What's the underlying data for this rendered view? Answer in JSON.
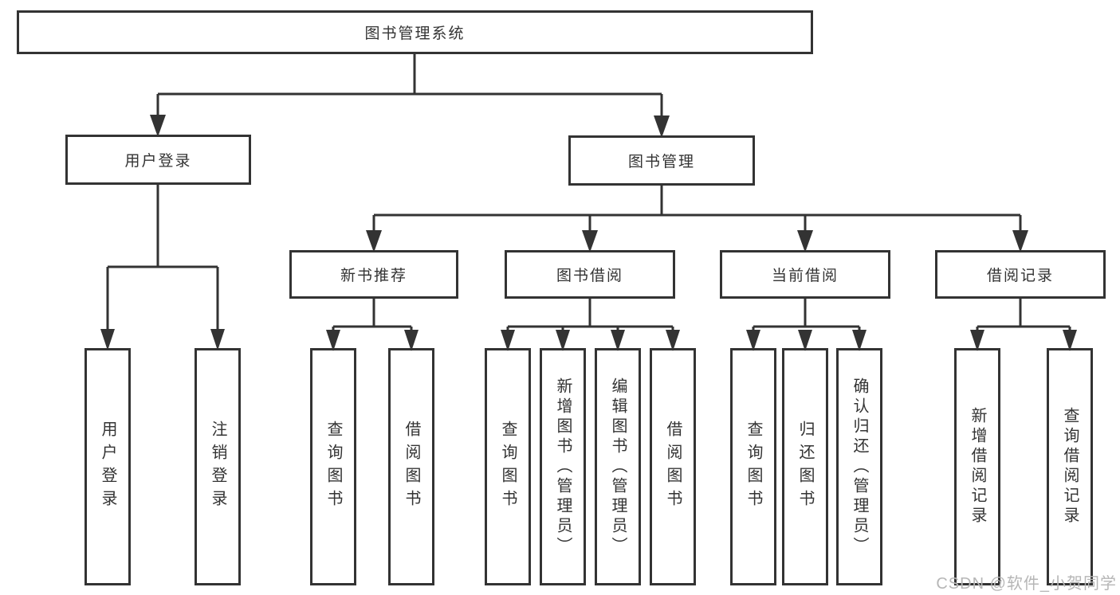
{
  "tree": {
    "root": {
      "label": "图书管理系统",
      "children": [
        {
          "label": "用户登录",
          "children": [
            {
              "label": "用户登录"
            },
            {
              "label": "注销登录"
            }
          ]
        },
        {
          "label": "图书管理",
          "children": [
            {
              "label": "新书推荐",
              "children": [
                {
                  "label": "查询图书"
                },
                {
                  "label": "借阅图书"
                }
              ]
            },
            {
              "label": "图书借阅",
              "children": [
                {
                  "label": "查询图书"
                },
                {
                  "label": "新增图书（管理员）"
                },
                {
                  "label": "编辑图书（管理员）"
                },
                {
                  "label": "借阅图书"
                }
              ]
            },
            {
              "label": "当前借阅",
              "children": [
                {
                  "label": "查询图书"
                },
                {
                  "label": "归还图书"
                },
                {
                  "label": "确认归还（管理员）"
                }
              ]
            },
            {
              "label": "借阅记录",
              "children": [
                {
                  "label": "新增借阅记录"
                },
                {
                  "label": "查询借阅记录"
                }
              ]
            }
          ]
        }
      ]
    }
  },
  "watermark": {
    "text": "CSDN @软件_小贺同学"
  },
  "colors": {
    "line": "#333333",
    "text": "#333333",
    "watermark_text": "#b6b6b6",
    "background": "#ffffff"
  }
}
